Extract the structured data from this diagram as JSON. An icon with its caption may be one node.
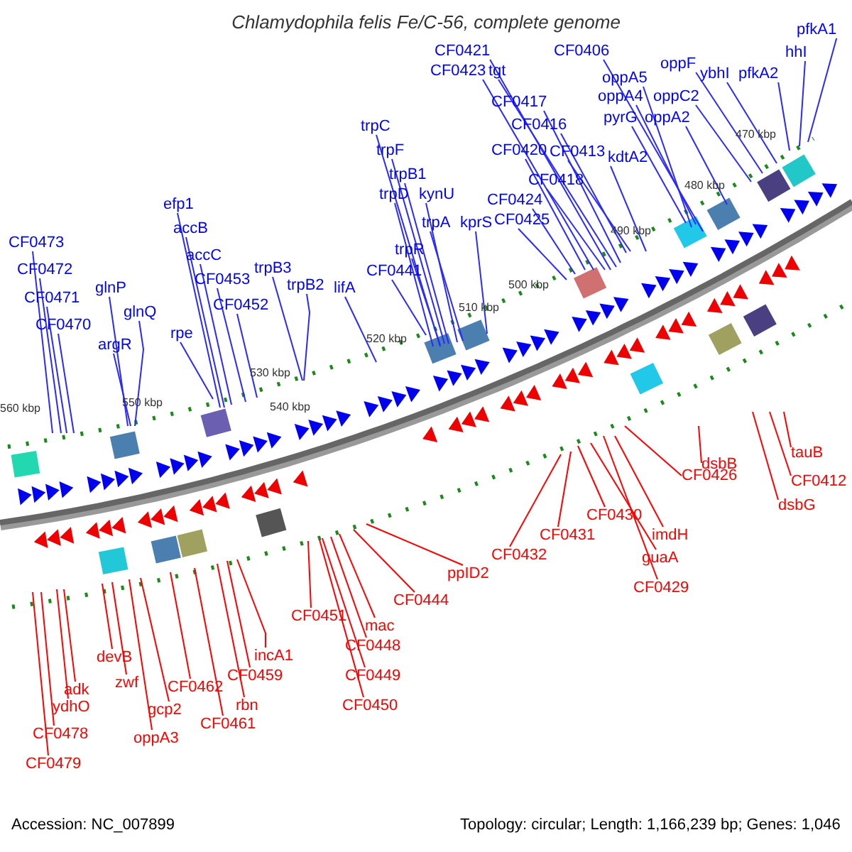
{
  "diagram": {
    "title": "Chlamydophila felis Fe/C-56, complete genome",
    "nodes": [
      {
        "text": [
          "CF0473"
        ]
      },
      {
        "text": [
          "CF0472"
        ]
      },
      {
        "text": [
          "CF0471"
        ]
      },
      {
        "text": [
          "CF0470"
        ]
      },
      {
        "text": [
          "glnP"
        ]
      },
      {
        "text": [
          "glnQ"
        ]
      },
      {
        "text": [
          "argR"
        ]
      },
      {
        "text": [
          "rpe"
        ]
      },
      {
        "text": [
          "efp1"
        ]
      },
      {
        "text": [
          "accB"
        ]
      },
      {
        "text": [
          "accC"
        ]
      },
      {
        "text": [
          "CF0453"
        ]
      },
      {
        "text": [
          "CF0452"
        ]
      },
      {
        "text": [
          "trpB3"
        ]
      },
      {
        "text": [
          "trpB2"
        ]
      },
      {
        "text": [
          "lifA"
        ]
      },
      {
        "text": [
          "trpC"
        ]
      },
      {
        "text": [
          "trpF"
        ]
      },
      {
        "text": [
          "trpB1"
        ]
      },
      {
        "text": [
          "trpD"
        ]
      },
      {
        "text": [
          "kynU"
        ]
      },
      {
        "text": [
          "trpA"
        ]
      },
      {
        "text": [
          "trpR"
        ]
      },
      {
        "text": [
          "kprS"
        ]
      },
      {
        "text": [
          "CF0441"
        ]
      },
      {
        "text": [
          "CF0421"
        ]
      },
      {
        "text": [
          "CF0423"
        ]
      },
      {
        "text": [
          "tgt"
        ]
      },
      {
        "text": [
          "CF0417"
        ]
      },
      {
        "text": [
          "CF0416"
        ]
      },
      {
        "text": [
          "CF0420"
        ]
      },
      {
        "text": [
          "CF0413"
        ]
      },
      {
        "text": [
          "CF0418"
        ]
      },
      {
        "text": [
          "CF0424"
        ]
      },
      {
        "text": [
          "CF0425"
        ]
      },
      {
        "text": [
          "CF0406"
        ]
      },
      {
        "text": [
          "oppA5"
        ]
      },
      {
        "text": [
          "oppA4"
        ]
      },
      {
        "text": [
          "pyrG"
        ]
      },
      {
        "text": [
          "oppA2"
        ]
      },
      {
        "text": [
          "oppC2"
        ]
      },
      {
        "text": [
          "oppF"
        ]
      },
      {
        "text": [
          "ybhI"
        ]
      },
      {
        "text": [
          "pfkA2"
        ]
      },
      {
        "text": [
          "hhI"
        ]
      },
      {
        "text": [
          "pfkA1"
        ]
      },
      {
        "text": [
          "kdtA2"
        ]
      },
      {
        "text": [
          "CF0479"
        ]
      },
      {
        "text": [
          "CF0478"
        ]
      },
      {
        "text": [
          "ydhO"
        ]
      },
      {
        "text": [
          "adk"
        ]
      },
      {
        "text": [
          "devB"
        ]
      },
      {
        "text": [
          "zwf"
        ]
      },
      {
        "text": [
          "oppA3"
        ]
      },
      {
        "text": [
          "gcp2"
        ]
      },
      {
        "text": [
          "CF0462"
        ]
      },
      {
        "text": [
          "CF0461"
        ]
      },
      {
        "text": [
          "rbn"
        ]
      },
      {
        "text": [
          "CF0459"
        ]
      },
      {
        "text": [
          "incA1"
        ]
      },
      {
        "text": [
          "CF0451"
        ]
      },
      {
        "text": [
          "mac"
        ]
      },
      {
        "text": [
          "CF0448"
        ]
      },
      {
        "text": [
          "CF0449"
        ]
      },
      {
        "text": [
          "CF0450"
        ]
      },
      {
        "text": [
          "CF0444"
        ]
      },
      {
        "text": [
          "ppID2"
        ]
      },
      {
        "text": [
          "CF0432"
        ]
      },
      {
        "text": [
          "CF0431"
        ]
      },
      {
        "text": [
          "CF0430"
        ]
      },
      {
        "text": [
          "guaA"
        ]
      },
      {
        "text": [
          "CF0429"
        ]
      },
      {
        "text": [
          "imdH"
        ]
      },
      {
        "text": [
          "CF0426"
        ]
      },
      {
        "text": [
          "dsbB"
        ]
      },
      {
        "text": [
          "tauB"
        ]
      },
      {
        "text": [
          "dsbG"
        ]
      },
      {
        "text": [
          "CF0412"
        ]
      }
    ],
    "edges": [
      {
        "from": 0,
        "to": null,
        "arrow": "none"
      },
      {
        "from": 1,
        "to": null,
        "arrow": "none"
      },
      {
        "from": 2,
        "to": null,
        "arrow": "none"
      },
      {
        "from": 3,
        "to": null,
        "arrow": "none"
      },
      {
        "from": 4,
        "to": null,
        "arrow": "none"
      },
      {
        "from": 5,
        "to": null,
        "arrow": "none"
      },
      {
        "from": 6,
        "to": null,
        "arrow": "none"
      },
      {
        "from": 7,
        "to": null,
        "arrow": "none"
      },
      {
        "from": 8,
        "to": null,
        "arrow": "none"
      },
      {
        "from": 9,
        "to": null,
        "arrow": "none"
      },
      {
        "from": 10,
        "to": null,
        "arrow": "none"
      },
      {
        "from": 11,
        "to": null,
        "arrow": "none"
      },
      {
        "from": 12,
        "to": null,
        "arrow": "none"
      },
      {
        "from": 13,
        "to": null,
        "arrow": "none"
      },
      {
        "from": 14,
        "to": null,
        "arrow": "none"
      },
      {
        "from": 15,
        "to": null,
        "arrow": "none"
      },
      {
        "from": 16,
        "to": null,
        "arrow": "none"
      },
      {
        "from": 17,
        "to": null,
        "arrow": "none"
      },
      {
        "from": 18,
        "to": null,
        "arrow": "none"
      },
      {
        "from": 19,
        "to": null,
        "arrow": "none"
      },
      {
        "from": 20,
        "to": null,
        "arrow": "none"
      },
      {
        "from": 21,
        "to": null,
        "arrow": "none"
      },
      {
        "from": 22,
        "to": null,
        "arrow": "none"
      },
      {
        "from": 23,
        "to": null,
        "arrow": "none"
      },
      {
        "from": 24,
        "to": null,
        "arrow": "none"
      },
      {
        "from": 25,
        "to": null,
        "arrow": "none"
      },
      {
        "from": 26,
        "to": null,
        "arrow": "none"
      },
      {
        "from": 27,
        "to": null,
        "arrow": "none"
      },
      {
        "from": 28,
        "to": null,
        "arrow": "none"
      },
      {
        "from": 29,
        "to": null,
        "arrow": "none"
      },
      {
        "from": 30,
        "to": null,
        "arrow": "none"
      },
      {
        "from": 31,
        "to": null,
        "arrow": "none"
      },
      {
        "from": 32,
        "to": null,
        "arrow": "none"
      },
      {
        "from": 33,
        "to": null,
        "arrow": "none"
      },
      {
        "from": 34,
        "to": null,
        "arrow": "none"
      },
      {
        "from": 35,
        "to": null,
        "arrow": "none"
      },
      {
        "from": 36,
        "to": null,
        "arrow": "none"
      },
      {
        "from": 37,
        "to": null,
        "arrow": "none"
      },
      {
        "from": 38,
        "to": null,
        "arrow": "none"
      },
      {
        "from": 39,
        "to": null,
        "arrow": "none"
      },
      {
        "from": 40,
        "to": null,
        "arrow": "none"
      },
      {
        "from": 41,
        "to": null,
        "arrow": "none"
      },
      {
        "from": 42,
        "to": null,
        "arrow": "none"
      },
      {
        "from": 43,
        "to": null,
        "arrow": "none"
      },
      {
        "from": 44,
        "to": null,
        "arrow": "none"
      },
      {
        "from": 45,
        "to": null,
        "arrow": "none"
      },
      {
        "from": 46,
        "to": null,
        "arrow": "none"
      },
      {
        "from": 47,
        "to": null,
        "arrow": "none",
        "color": "#ff0000"
      },
      {
        "from": 48,
        "to": null,
        "arrow": "none",
        "color": "#ff0000"
      },
      {
        "from": 49,
        "to": null,
        "arrow": "none",
        "color": "#ff0000"
      },
      {
        "from": 50,
        "to": null,
        "arrow": "none",
        "color": "#ff0000"
      },
      {
        "from": 51,
        "to": null,
        "arrow": "none",
        "color": "#ff0000"
      },
      {
        "from": 52,
        "to": null,
        "arrow": "none",
        "color": "#ff0000"
      },
      {
        "from": 53,
        "to": null,
        "arrow": "none",
        "color": "#ff0000"
      },
      {
        "from": 54,
        "to": null,
        "arrow": "none",
        "color": "#ff0000"
      },
      {
        "from": 55,
        "to": null,
        "arrow": "none",
        "color": "#ff0000"
      },
      {
        "from": 56,
        "to": null,
        "arrow": "none",
        "color": "#ff0000"
      },
      {
        "from": 57,
        "to": null,
        "arrow": "none",
        "color": "#ff0000"
      },
      {
        "from": 58,
        "to": null,
        "arrow": "none",
        "color": "#ff0000"
      },
      {
        "from": 59,
        "to": null,
        "arrow": "none",
        "color": "#ff0000"
      },
      {
        "from": 60,
        "to": null,
        "arrow": "none",
        "color": "#ff0000"
      },
      {
        "from": 61,
        "to": null,
        "arrow": "none",
        "color": "#ff0000"
      },
      {
        "from": 62,
        "to": null,
        "arrow": "none",
        "color": "#ff0000"
      },
      {
        "from": 63,
        "to": null,
        "arrow": "none",
        "color": "#ff0000"
      },
      {
        "from": 64,
        "to": null,
        "arrow": "none",
        "color": "#ff0000"
      },
      {
        "from": 65,
        "to": null,
        "arrow": "none",
        "color": "#ff0000"
      },
      {
        "from": 66,
        "to": null,
        "arrow": "none",
        "color": "#ff0000"
      },
      {
        "from": 67,
        "to": null,
        "arrow": "none",
        "color": "#ff0000"
      },
      {
        "from": 68,
        "to": null,
        "arrow": "none",
        "color": "#ff0000"
      },
      {
        "from": 69,
        "to": null,
        "arrow": "none",
        "color": "#ff0000"
      },
      {
        "from": 70,
        "to": null,
        "arrow": "none",
        "color": "#ff0000"
      },
      {
        "from": 71,
        "to": null,
        "arrow": "none",
        "color": "#ff0000"
      },
      {
        "from": 72,
        "to": null,
        "arrow": "none",
        "color": "#ff0000"
      },
      {
        "from": 73,
        "to": null,
        "arrow": "none",
        "color": "#ff0000"
      },
      {
        "from": 74,
        "to": null,
        "arrow": "none",
        "color": "#ff0000"
      },
      {
        "from": 75,
        "to": null,
        "arrow": "none",
        "color": "#ff0000"
      },
      {
        "from": 76,
        "to": null,
        "arrow": "none",
        "color": "#ff0000"
      },
      {
        "from": 77,
        "to": null,
        "arrow": "none",
        "color": "#ff0000"
      }
    ],
    "labels": [
      "470 kbp",
      "480 kbp",
      "490 kbp",
      "500 kbp",
      "510 kbp",
      "520 kbp",
      "530 kbp",
      "540 kbp",
      "550 kbp",
      "560 kbp",
      "Accession: NC_007899",
      "Topology: circular; Length: 1,166,239 bp; Genes: 1,046"
    ]
  }
}
